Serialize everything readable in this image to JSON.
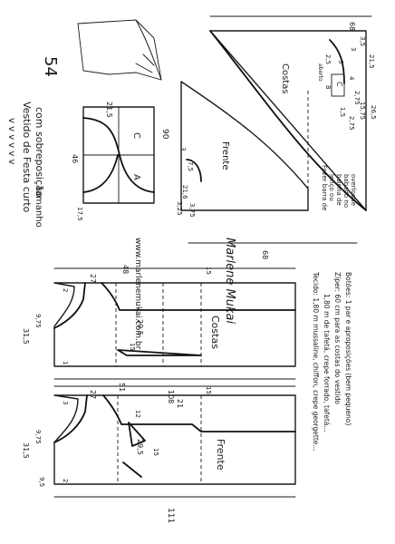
{
  "title": {
    "line1": "Vestido de Festa curto",
    "line2": "com sobreposição",
    "size_label": "tamanho",
    "size_value": "54"
  },
  "website": "www.marlenemukai.com.br",
  "signature": "Marlene Mukai",
  "sleeve": {
    "width": "21,5",
    "height": "46",
    "cap_left": "17,5",
    "letter_c": "C",
    "letter_a": "A"
  },
  "overlay_piece": {
    "top_width": "68",
    "bottom_width": "68",
    "height": "90",
    "label_frente": "Frente",
    "label_costas": "Costas",
    "note_lines": [
      "Fazer barra de",
      "lenço ou",
      "bainha de",
      "babado no",
      "overloque"
    ],
    "meas_a": "21,6",
    "meas_b": "3,75",
    "meas_c": "3,25",
    "meas_d": "7,5",
    "meas_e": "3",
    "meas_f": "8",
    "meas_g": "4",
    "meas_h": "3",
    "meas_i": "2,75",
    "meas_j": "21,5",
    "meas_k": "3,5",
    "meas_l": "3",
    "meas_m": "15,75",
    "meas_n": "26,5",
    "meas_o": "2,75",
    "meas_p": "2,5",
    "meas_q": "1,5",
    "marker": "C",
    "mini_text": "aberto"
  },
  "back_piece": {
    "label": "Costas",
    "total_length": "108",
    "top_width": "48",
    "shoulder": "27",
    "neck": "9,75",
    "armhole_depth": "31,5",
    "waist": "29,5",
    "dart": "15",
    "hem_ext": "15",
    "mark_a": "2",
    "mark_b": "1"
  },
  "front_piece": {
    "label": "Frente",
    "total_length": "111",
    "top_width": "51",
    "shoulder": "27",
    "neck": "9,75",
    "neck_depth": "9,5",
    "armhole_depth": "31,5",
    "waist": "29,5",
    "dart_a": "12",
    "dart_b": "15",
    "side": "21",
    "hem_ext": "15",
    "mark_a": "3",
    "mark_b": "2"
  },
  "materials": {
    "fabric": "Tecido: 1,80 m mussaline, chiffon, crepe georgette...",
    "lining": "1,80 m de tafetá, crepe forrado, tafetá...",
    "zipper": "Zíper: 60 cm para as costas do vestido",
    "buttons": "Botões: 1 par e aproposições (bem pequeno)"
  },
  "top_marks": "v v v v v v"
}
